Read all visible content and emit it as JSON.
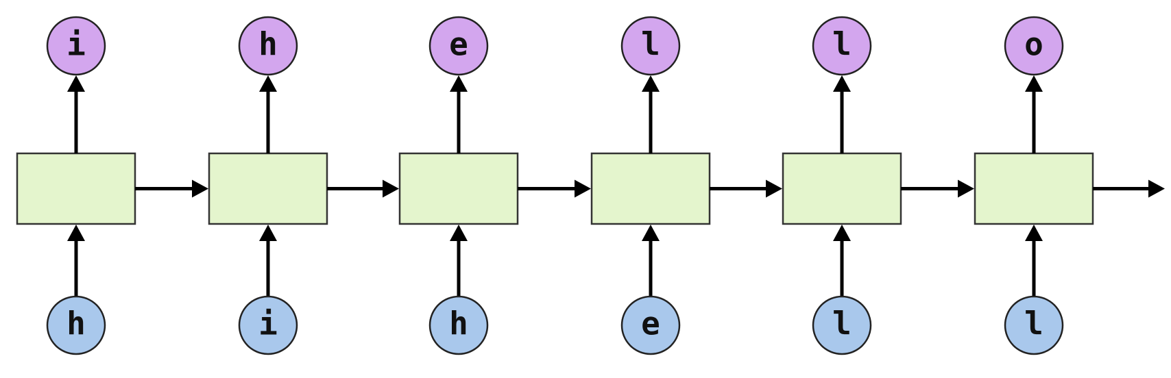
{
  "diagram": {
    "steps": [
      {
        "input": "h",
        "output": "i"
      },
      {
        "input": "i",
        "output": "h"
      },
      {
        "input": "h",
        "output": "e"
      },
      {
        "input": "e",
        "output": "l"
      },
      {
        "input": "l",
        "output": "l"
      },
      {
        "input": "l",
        "output": "o"
      }
    ],
    "colors": {
      "cell_fill": "#e4f5cd",
      "cell_stroke": "#333333",
      "input_fill": "#a9c8ec",
      "output_fill": "#d3a6ee",
      "node_stroke": "#222222",
      "arrow": "#000000"
    }
  }
}
